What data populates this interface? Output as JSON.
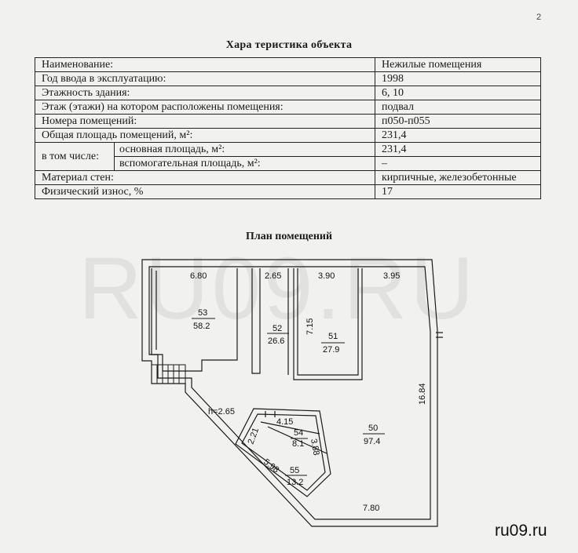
{
  "page_number": "2",
  "document_title": "Хара  теристика объекта",
  "table": {
    "rows": [
      {
        "label": "Наименование:",
        "value": "Нежилые помещения"
      },
      {
        "label": "Год ввода в эксплуатацию:",
        "value": "1998"
      },
      {
        "label": "Этажность здания:",
        "value": "6, 10"
      },
      {
        "label": "Этаж (этажи) на котором расположены помещения:",
        "value": "подвал"
      },
      {
        "label": "Номера помещений:",
        "value": "п050-п055"
      },
      {
        "label": "Общая площадь помещений, м²:",
        "value": "231,4"
      }
    ],
    "group_label": "в том числе:",
    "sub_rows": [
      {
        "label": "основная площадь, м²:",
        "value": "231,4"
      },
      {
        "label": "вспомогательная площадь, м²:",
        "value": "–"
      }
    ],
    "tail_rows": [
      {
        "label": "Материал стен:",
        "value": "кирпичные, железобетонные"
      },
      {
        "label": "Физический износ, %",
        "value": "17"
      }
    ]
  },
  "plan_title": "План помещений",
  "watermark": "RU09.RU",
  "site_mark": "ru09.ru",
  "plan": {
    "rooms": [
      {
        "number": "53",
        "area": "58.2"
      },
      {
        "number": "52",
        "area": "26.6"
      },
      {
        "number": "51",
        "area": "27.9"
      },
      {
        "number": "50",
        "area": "97.4"
      },
      {
        "number": "54",
        "area": "8.1"
      },
      {
        "number": "55",
        "area": "13.2"
      }
    ],
    "dimensions": {
      "d680": "6.80",
      "d265": "2.65",
      "d390": "3.90",
      "d395": "3.95",
      "d715": "7.15",
      "d1684": "16.84",
      "d415": "4.15",
      "d221": "2.21",
      "d388": "3.88",
      "d598": "5.98",
      "d780": "7.80",
      "height": "h=2.65"
    }
  }
}
